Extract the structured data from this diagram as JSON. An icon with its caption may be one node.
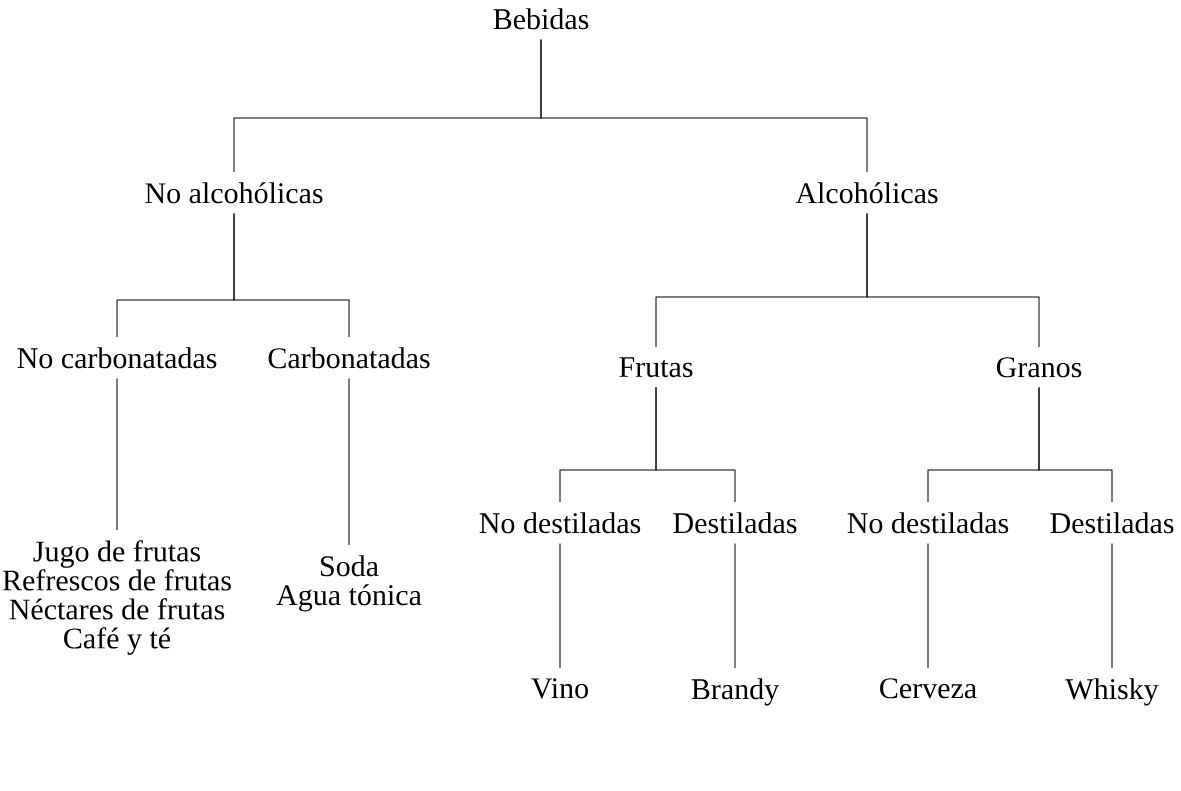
{
  "diagram": {
    "nodes": [
      {
        "text": [
          "Bebidas"
        ]
      },
      {
        "text": [
          "No alcohólicas"
        ]
      },
      {
        "text": [
          "Alcohólicas"
        ]
      },
      {
        "text": [
          "No carbonatadas"
        ]
      },
      {
        "text": [
          "Carbonatadas"
        ]
      },
      {
        "text": [
          "Frutas"
        ]
      },
      {
        "text": [
          "Granos"
        ]
      },
      {
        "text": [
          "Jugo de frutas",
          "Refrescos de frutas",
          "Néctares de frutas",
          "Café y té"
        ]
      },
      {
        "text": [
          "Soda",
          "Agua tónica"
        ]
      },
      {
        "text": [
          "No destiladas"
        ]
      },
      {
        "text": [
          "Destiladas"
        ]
      },
      {
        "text": [
          "No destiladas"
        ]
      },
      {
        "text": [
          "Destiladas"
        ]
      },
      {
        "text": [
          "Vino"
        ]
      },
      {
        "text": [
          "Brandy"
        ]
      },
      {
        "text": [
          "Cerveza"
        ]
      },
      {
        "text": [
          "Whisky"
        ]
      }
    ],
    "edges": [
      {
        "from": 0,
        "to": 1,
        "arrow": "none"
      },
      {
        "from": 0,
        "to": 2,
        "arrow": "none"
      },
      {
        "from": 1,
        "to": 3,
        "arrow": "none"
      },
      {
        "from": 1,
        "to": 4,
        "arrow": "none"
      },
      {
        "from": 2,
        "to": 5,
        "arrow": "none"
      },
      {
        "from": 2,
        "to": 6,
        "arrow": "none"
      },
      {
        "from": 3,
        "to": 7,
        "arrow": "none"
      },
      {
        "from": 4,
        "to": 8,
        "arrow": "none"
      },
      {
        "from": 5,
        "to": 9,
        "arrow": "none"
      },
      {
        "from": 5,
        "to": 10,
        "arrow": "none"
      },
      {
        "from": 6,
        "to": 11,
        "arrow": "none"
      },
      {
        "from": 6,
        "to": 12,
        "arrow": "none"
      },
      {
        "from": 9,
        "to": 13,
        "arrow": "none"
      },
      {
        "from": 10,
        "to": 14,
        "arrow": "none"
      },
      {
        "from": 11,
        "to": 15,
        "arrow": "none"
      },
      {
        "from": 12,
        "to": 16,
        "arrow": "none"
      }
    ]
  }
}
